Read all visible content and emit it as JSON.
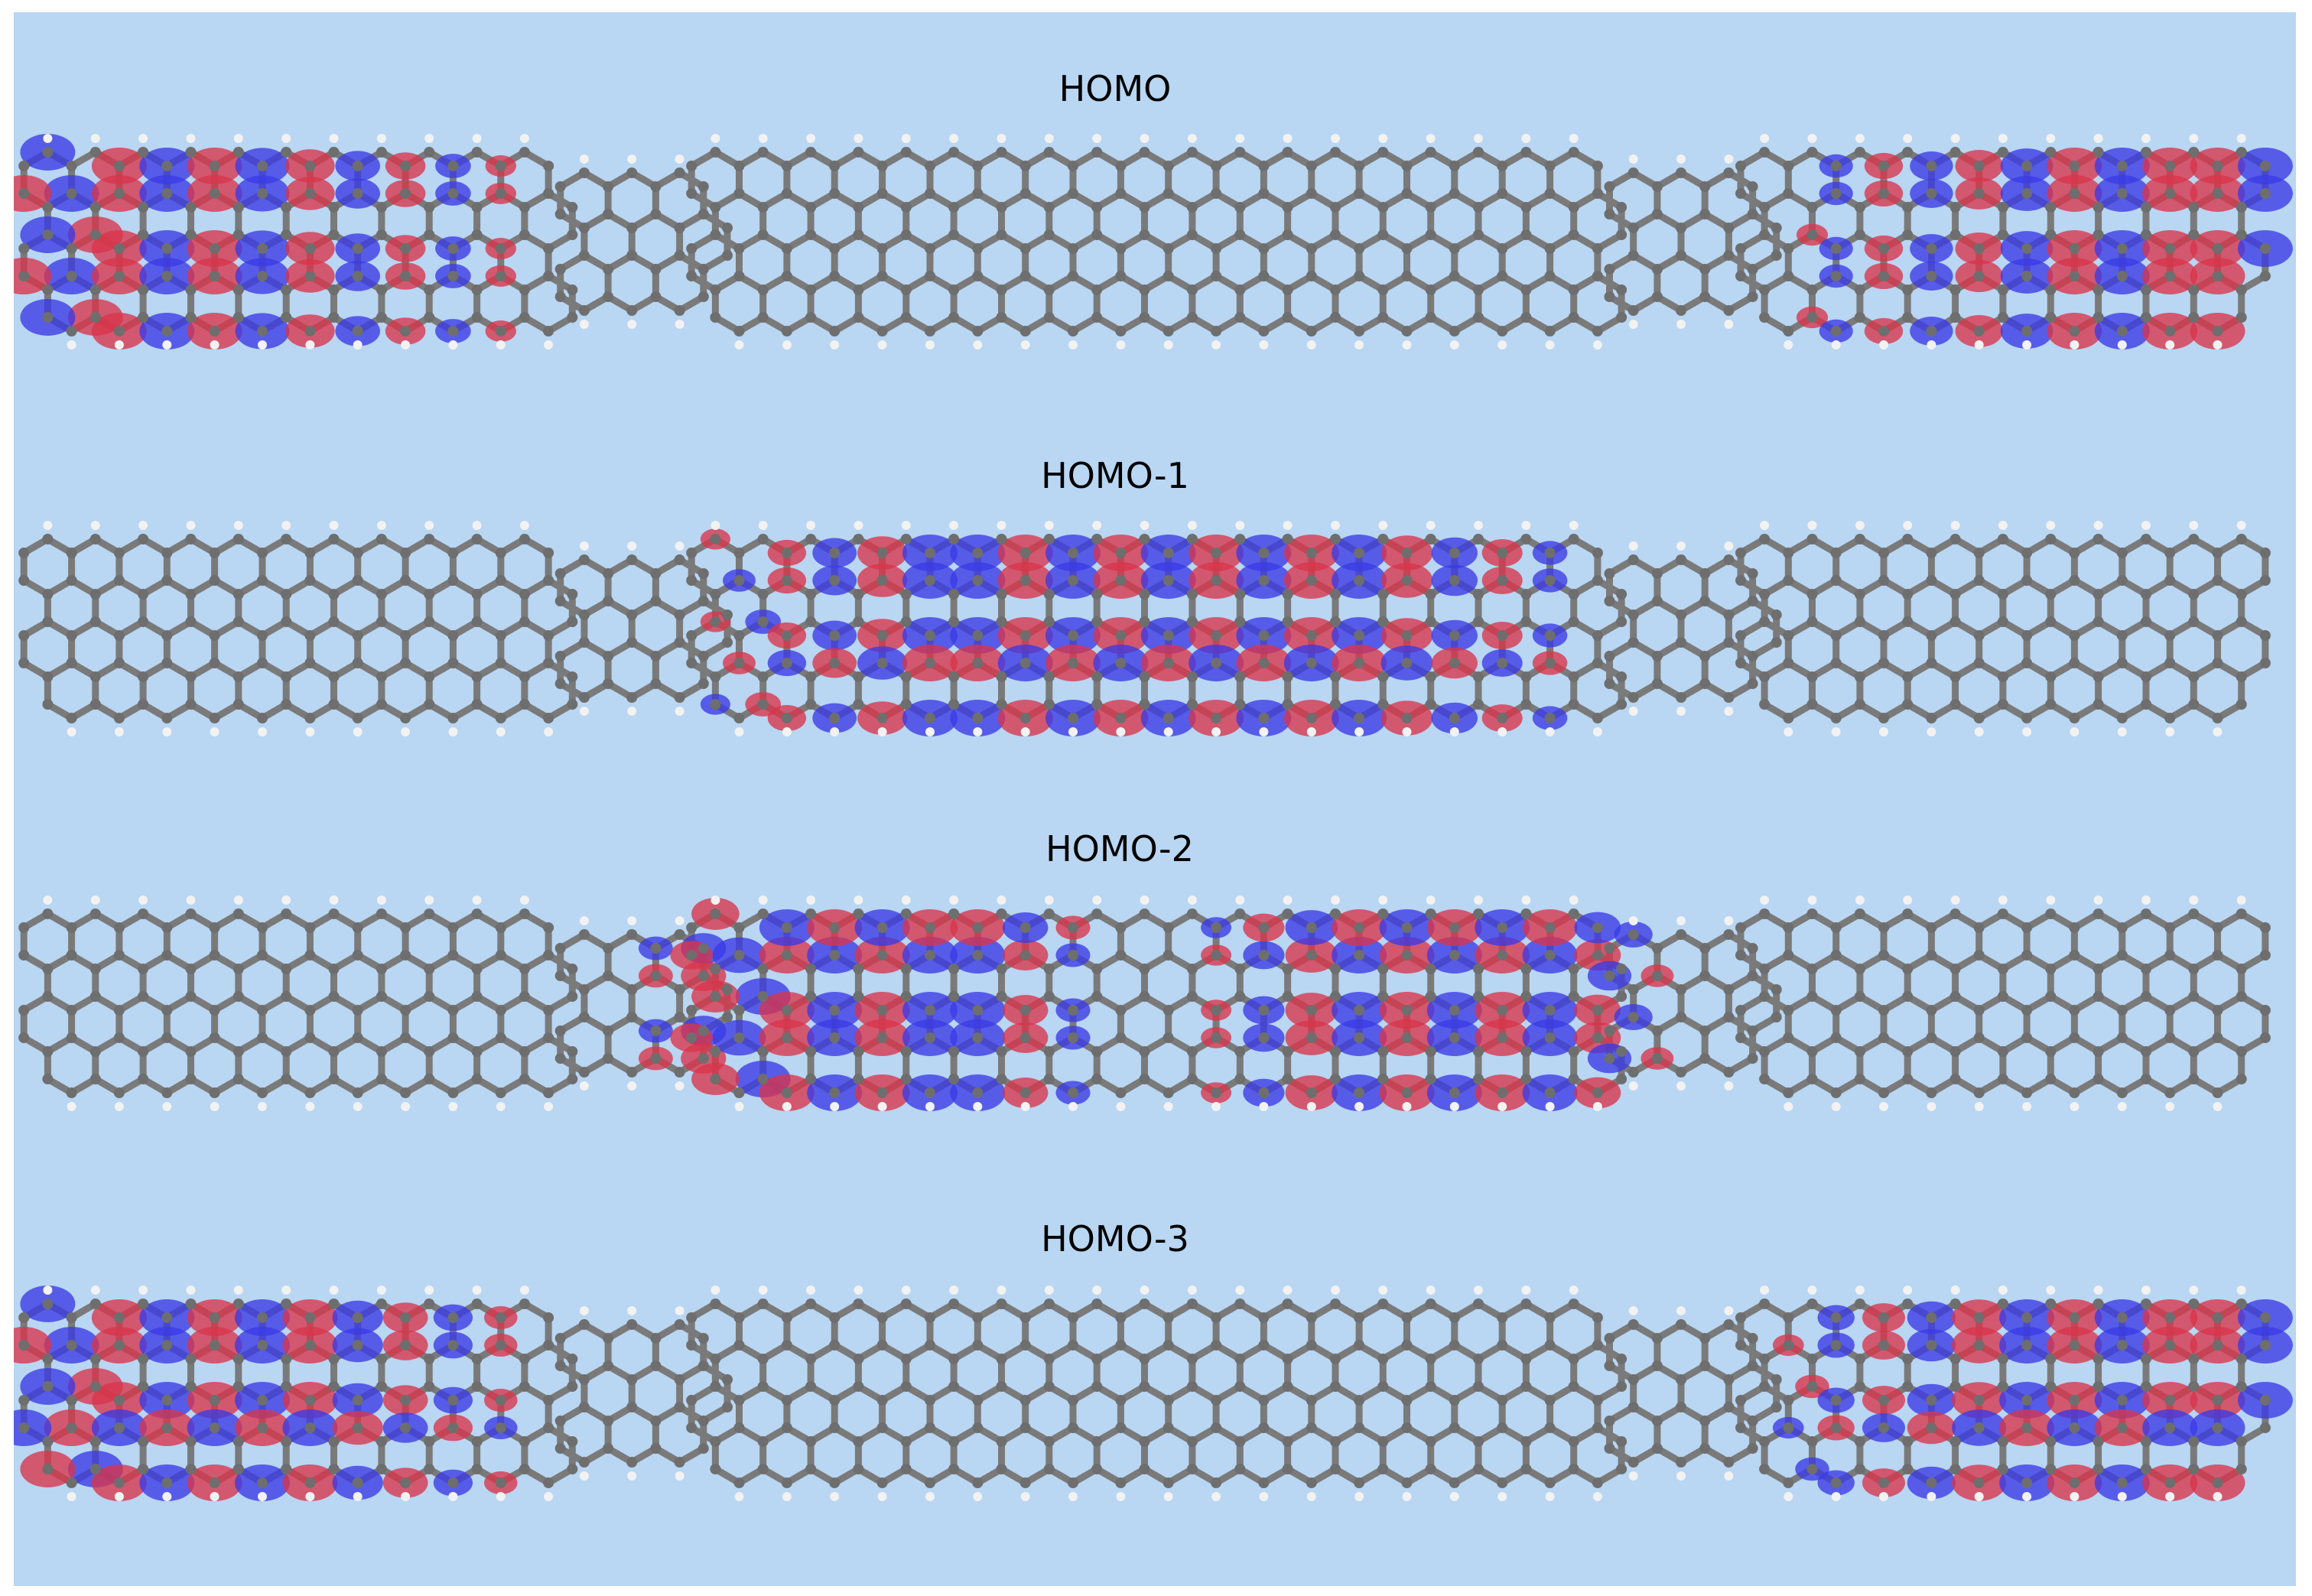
{
  "panels": [
    {
      "title": "HOMO",
      "density": "ends"
    },
    {
      "title": "HOMO-1",
      "density": "center-single"
    },
    {
      "title": "HOMO-2",
      "density": "center-double"
    },
    {
      "title": "HOMO-3",
      "density": "ends-strong"
    }
  ],
  "colors": {
    "background": "#b9d6f2",
    "carbon": "#6e6e6e",
    "bond": "#7a7a7a",
    "hydrogen": "#f2f2f2",
    "lobe_positive": "#d9354a",
    "lobe_negative": "#3a3ae6"
  },
  "ribbon": {
    "wide_segments": 3,
    "narrow_segments": 2
  }
}
